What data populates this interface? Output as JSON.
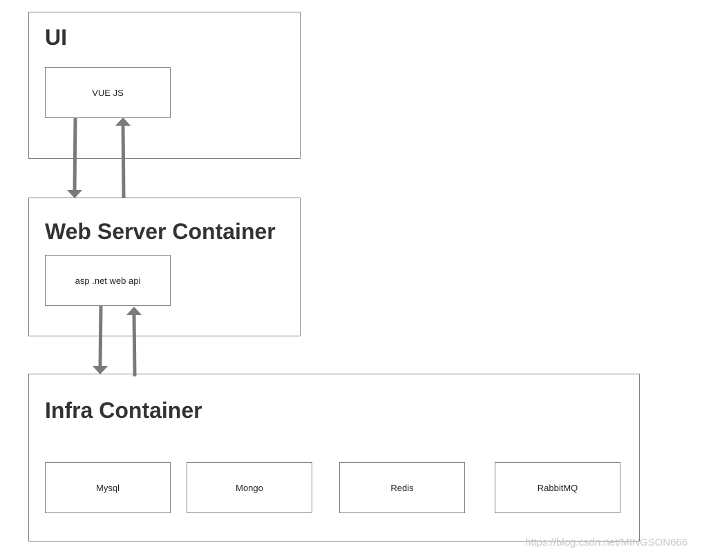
{
  "containers": {
    "ui": {
      "title": "UI"
    },
    "web": {
      "title": "Web Server Container"
    },
    "infra": {
      "title": "Infra Container"
    }
  },
  "components": {
    "vue": "VUE JS",
    "asp": "asp .net web api",
    "mysql": "Mysql",
    "mongo": "Mongo",
    "redis": "Redis",
    "rabbitmq": "RabbitMQ"
  },
  "watermark": "https://blog.csdn.net/MINGSON666",
  "colors": {
    "border": "#808080",
    "arrow": "#7a7a7a",
    "title": "#333333",
    "watermark": "#c8c8c8"
  },
  "connections": [
    {
      "from": "VUE JS",
      "to": "Web Server Container",
      "direction": "down"
    },
    {
      "from": "Web Server Container",
      "to": "VUE JS",
      "direction": "up"
    },
    {
      "from": "asp .net web api",
      "to": "Infra Container",
      "direction": "down"
    },
    {
      "from": "Infra Container",
      "to": "asp .net web api",
      "direction": "up"
    }
  ]
}
